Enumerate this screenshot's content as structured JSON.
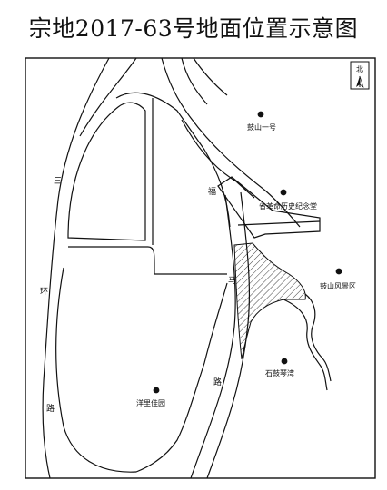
{
  "title": "宗地2017-63号地面位置示意图",
  "north": {
    "label": "北",
    "icon": "north-arrow-icon"
  },
  "places": [
    {
      "id": "gushan-yihao",
      "label": "鼓山一号"
    },
    {
      "id": "geming-lishi",
      "label": "省革命历史纪念堂"
    },
    {
      "id": "gushan-fengjing",
      "label": "鼓山风景区"
    },
    {
      "id": "shigu-qinwan",
      "label": "石鼓琴湾"
    },
    {
      "id": "yangli-jiayuan",
      "label": "洋里佳园"
    }
  ],
  "roads": {
    "sanhuan": [
      "三",
      "环",
      "路"
    ],
    "fuma": [
      "福",
      "马",
      "路"
    ]
  },
  "colors": {
    "line": "#111111",
    "background": "#ffffff"
  }
}
